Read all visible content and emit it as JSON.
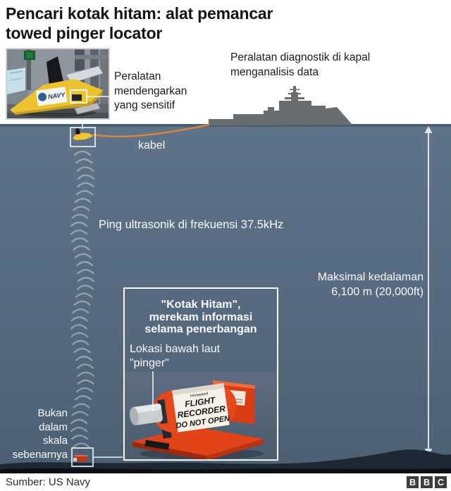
{
  "title": {
    "line1": "Pencari kotak hitam: alat pemancar",
    "line2": "towed pinger locator"
  },
  "annotations": {
    "listening_equipment": "Peralatan mendengarkan yang sensitif",
    "diagnostic_equipment": "Peralatan diagnostik di kapal menganalisis data",
    "cable": "kabel",
    "ping": "Ping ultrasonik di frekuensi 37.5kHz",
    "max_depth_line1": "Maksimal kedalaman",
    "max_depth_line2": "6,100 m (20,000ft)",
    "blackbox_lines": [
      "\"Kotak Hitam\",",
      "merekam informasi",
      "selama penerbangan"
    ],
    "pinger_line1": "Lokasi bawah laut",
    "pinger_line2": "\"pinger\"",
    "scale_lines": [
      "Bukan",
      "dalam",
      "skala",
      "sebenarnya"
    ]
  },
  "photo": {
    "navy_label": "NAVY"
  },
  "recorder": {
    "brand": "Honeywell",
    "line1": "FLIGHT",
    "line2": "RECORDER",
    "line3": "DO NOT OPEN"
  },
  "footer": {
    "source": "Sumber: US Navy",
    "logo": [
      "B",
      "B",
      "C"
    ]
  },
  "colors": {
    "sea_top": "#5f7389",
    "sea_bottom": "#4d6073",
    "seabed": "#1d2834",
    "cable_orange": "#e0883a",
    "ship_gray": "#696d70",
    "towfish_yellow": "#ecc32f",
    "recorder_red": "#e2421c",
    "ping_arc": "rgba(255,255,255,0.38)"
  }
}
